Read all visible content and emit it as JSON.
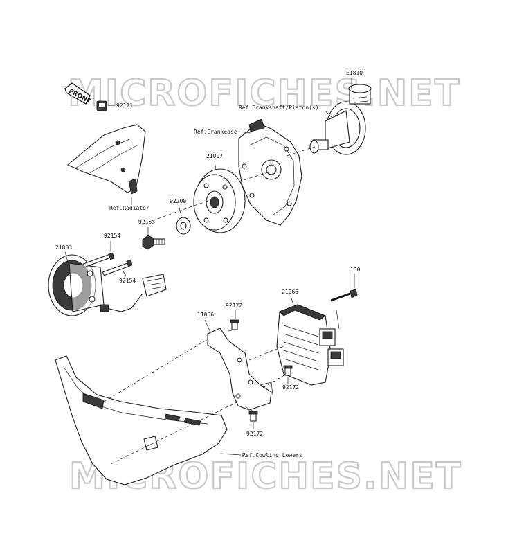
{
  "watermark": "MICROFICHES.NET",
  "front_arrow": "FRONT",
  "labels": {
    "e1810": "E1810",
    "ref_crankshaft": "Ref.Crankshaft/Piston(s)",
    "ref_crankcase": "Ref.Crankcase",
    "p92171": "92171",
    "ref_radiator": "Ref.Radiator",
    "p21007": "21007",
    "p92200": "92200",
    "p92153": "92153",
    "p92154a": "92154",
    "p21003": "21003",
    "p92154b": "92154",
    "p130": "130",
    "p21066": "21066",
    "p92172a": "92172",
    "p11056": "11056",
    "p92172b": "92172",
    "p92172c": "92172",
    "ref_cowling": "Ref.Cowling Lowers"
  }
}
